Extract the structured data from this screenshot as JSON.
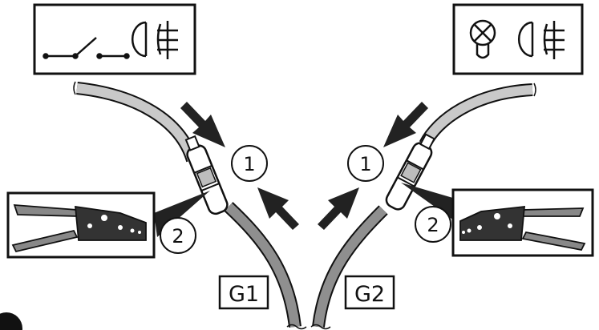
{
  "step_numbers": {
    "left_insert": "1",
    "left_crimp": "2",
    "right_insert": "1",
    "right_crimp": "2"
  },
  "cable_labels": {
    "left": "G1",
    "right": "G2"
  },
  "icons": {
    "left_box": [
      "switch-symbol-icon",
      "connector-plug-icon"
    ],
    "right_box": [
      "lamp-symbol-icon",
      "connector-plug-icon"
    ],
    "tools": [
      "crimping-pliers-icon"
    ]
  },
  "colors": {
    "outline": "#111111",
    "cable_light": "#c9c9c9",
    "cable_dark": "#8f8f8f",
    "arrow": "#222222"
  }
}
